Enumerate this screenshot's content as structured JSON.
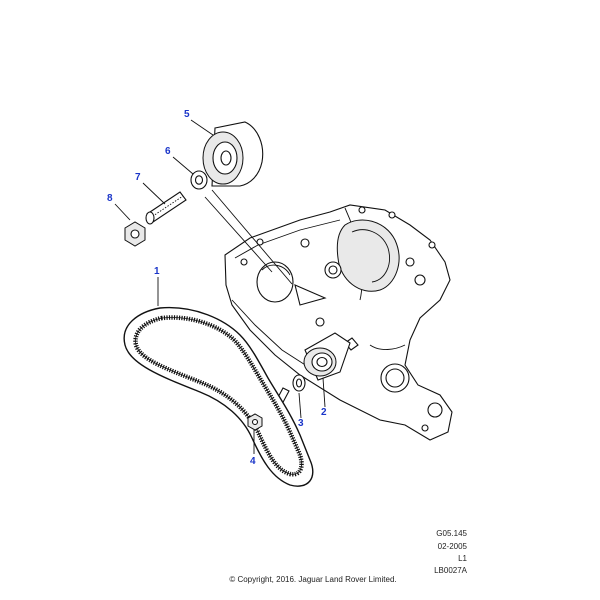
{
  "callouts": [
    {
      "id": "1",
      "label": "1"
    },
    {
      "id": "2",
      "label": "2"
    },
    {
      "id": "3",
      "label": "3"
    },
    {
      "id": "4",
      "label": "4"
    },
    {
      "id": "5",
      "label": "5"
    },
    {
      "id": "6",
      "label": "6"
    },
    {
      "id": "7",
      "label": "7"
    },
    {
      "id": "8",
      "label": "8"
    }
  ],
  "meta": {
    "ref": "G05.145",
    "date": "02-2005",
    "level": "L1",
    "illustration": "LB0027A"
  },
  "copyright": "© Copyright, 2016. Jaguar Land Rover Limited.",
  "colors": {
    "callout": "#1a35c9",
    "line": "#111111"
  }
}
